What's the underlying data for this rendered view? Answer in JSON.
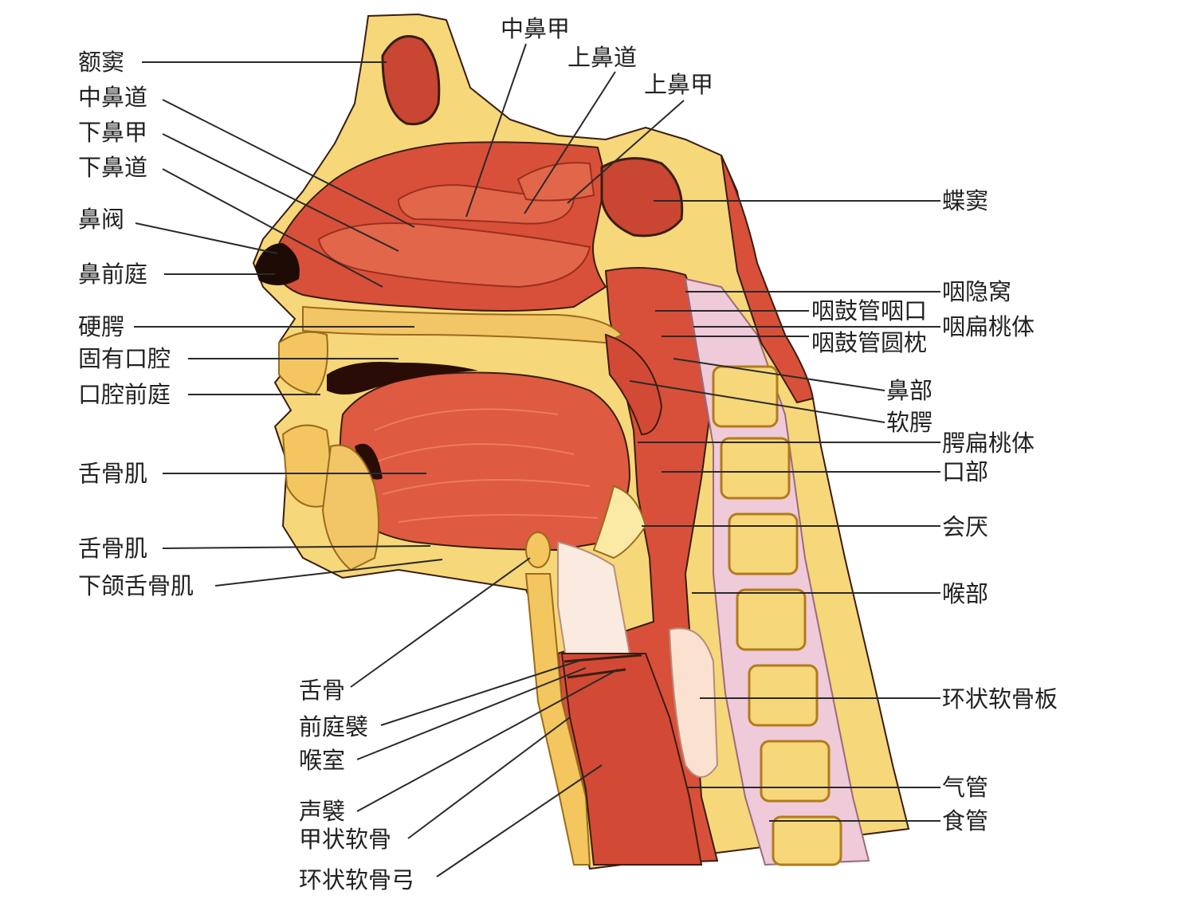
{
  "colors": {
    "tissue": "#d8503a",
    "tissue_dark": "#b53825",
    "tissue_light": "#ea7a5a",
    "bone": "#f6d77a",
    "bone_dark": "#e9a93c",
    "cartilage": "#fbe9a6",
    "disc": "#e9c9d8",
    "outline": "#3a1d10",
    "label": "#222222"
  },
  "labels": {
    "frontal_sinus": "额窦",
    "middle_nasal_meatus": "中鼻道",
    "inferior_nasal_concha": "下鼻甲",
    "inferior_nasal_meatus": "下鼻道",
    "nasal_limen": "鼻阀",
    "nasal_vestibule": "鼻前庭",
    "hard_palate": "硬腭",
    "oral_cavity_proper": "固有口腔",
    "oral_vestibule": "口腔前庭",
    "genioglossus": "舌骨肌",
    "geniohyoid": "舌骨肌",
    "mylohyoid": "下颌舌骨肌",
    "middle_nasal_concha": "中鼻甲",
    "superior_nasal_meatus": "上鼻道",
    "superior_nasal_concha": "上鼻甲",
    "sphenoid_sinus": "蝶窦",
    "pharyngeal_recess": "咽隐窝",
    "pharyngeal_opening": "咽鼓管咽口",
    "pharyngeal_tonsil": "咽扁桃体",
    "tubal_torus": "咽鼓管圆枕",
    "nasopharynx": "鼻部",
    "soft_palate": "软腭",
    "palatine_tonsil": "腭扁桃体",
    "oropharynx": "口部",
    "epiglottis": "会厌",
    "laryngopharynx": "喉部",
    "hyoid": "舌骨",
    "vestibular_fold": "前庭襞",
    "laryngeal_ventricle": "喉室",
    "vocal_fold": "声襞",
    "thyroid_cartilage": "甲状软骨",
    "cricoid_lamina": "环状软骨板",
    "trachea": "气管",
    "esophagus": "食管",
    "cricoid_arch": "环状软骨弓"
  }
}
